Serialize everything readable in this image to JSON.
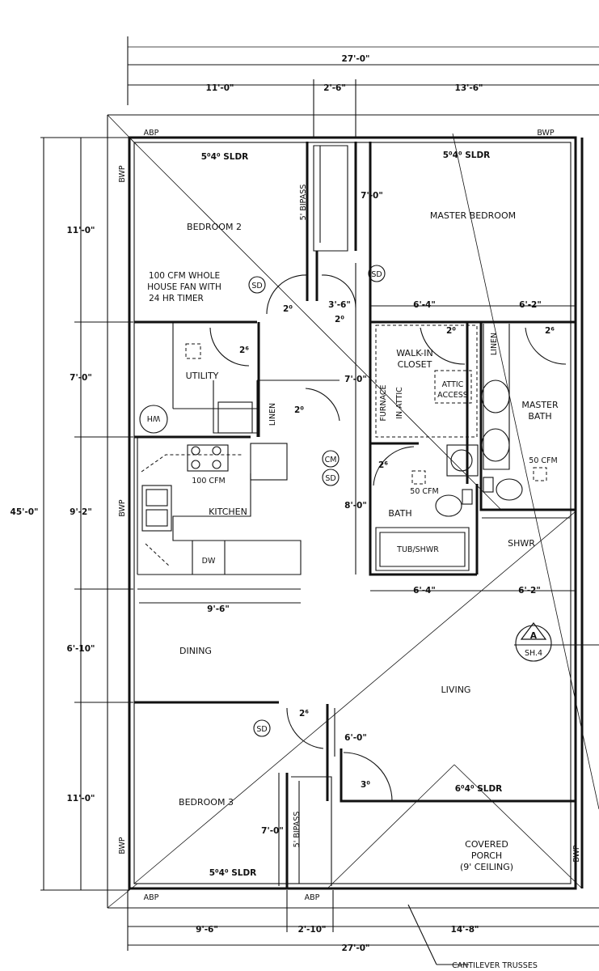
{
  "dimensions": {
    "top_overall": "27'-0\"",
    "top_seg_1": "11'-0\"",
    "top_seg_2": "2'-6\"",
    "top_seg_3": "13'-6\"",
    "bottom_overall": "27'-0\"",
    "bottom_seg_1": "9'-6\"",
    "bottom_seg_2": "2'-10\"",
    "bottom_seg_3": "14'-8\"",
    "left_overall": "45'-0\"",
    "left_seg_1": "11'-0\"",
    "left_seg_2": "7'-0\"",
    "left_seg_3": "9'-2\"",
    "left_seg_4": "6'-10\"",
    "left_seg_5": "11'-0\"",
    "closet_height_master": "7'-0\"",
    "hall_width": "3'-6\"",
    "walkin_width": "6'-4\"",
    "bath_width": "6'-2\"",
    "hall_depth": "7'-0\"",
    "bath_depth": "8'-0\"",
    "bath_lower_width_1": "6'-4\"",
    "bath_lower_width_2": "6'-2\"",
    "kitchen_counter": "9'-6\"",
    "entry_depth": "6'-0\"",
    "closet_height_bed3": "7'-0\""
  },
  "rooms": {
    "bedroom2": "BEDROOM 2",
    "master_bedroom": "MASTER BEDROOM",
    "walkin_closet_1": "WALK-IN",
    "walkin_closet_2": "CLOSET",
    "attic_access_1": "ATTIC",
    "attic_access_2": "ACCESS",
    "furnace": "FURNACE",
    "in_attic": "IN ATTIC",
    "linen_master": "LINEN",
    "master_bath_1": "MASTER",
    "master_bath_2": "BATH",
    "utility": "UTILITY",
    "linen_hall": "LINEN",
    "water_heater": "WH",
    "kitchen": "KITCHEN",
    "dishwasher": "DW",
    "bath": "BATH",
    "tub_shower": "TUB/SHWR",
    "shower": "SHWR",
    "dining": "DINING",
    "living": "LIVING",
    "bedroom3": "BEDROOM 3",
    "porch_1": "COVERED",
    "porch_2": "PORCH",
    "porch_3": "(9' CEILING)"
  },
  "notes": {
    "fan_1": "100 CFM WHOLE",
    "fan_2": "HOUSE FAN WITH",
    "fan_3": "24 HR TIMER",
    "hood_cfm": "100 CFM",
    "bath_fan": "50 CFM",
    "master_fan": "50 CFM",
    "bipass_bed2": "5' BIPASS",
    "bipass_bed3": "5' BIPASS",
    "sldr_bed2": "5⁰4⁰ SLDR",
    "sldr_master": "5⁰4⁰ SLDR",
    "sldr_living": "6⁰4⁰ SLDR",
    "sldr_bed3": "5⁰4⁰ SLDR",
    "abp": "ABP",
    "bwp": "BWP",
    "sd": "SD",
    "cm": "CM",
    "section_letter": "A",
    "section_sheet": "SH.4",
    "trusses": "CANTILEVER TRUSSES"
  },
  "door_sizes": {
    "d20": "2⁰",
    "d26": "2⁶",
    "d30": "3⁰"
  }
}
